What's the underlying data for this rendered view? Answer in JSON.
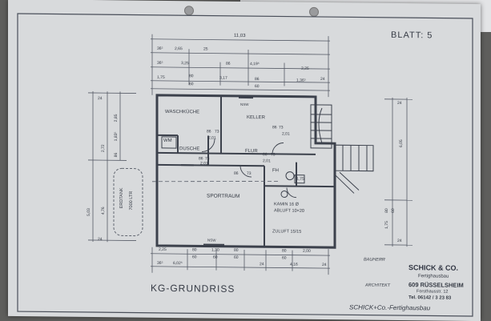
{
  "sheet": {
    "label": "BLATT: 5"
  },
  "title": "KG-GRUNDRISS",
  "rooms": {
    "waschkueche": "WASCHKÜCHE",
    "keller": "KELLER",
    "wm": "WM",
    "dusche": "DUSCHE",
    "flur": "FLUR",
    "fh": "FH",
    "sportraum": "SPORTRAUM",
    "kamin": "KAMIN 16 Ø",
    "abluft": "ABLUFT 10×20",
    "zuluft": "ZULUFT 15/15",
    "erdtank": "ERDTANK",
    "liter": "7000 LTR"
  },
  "window_marks": {
    "nsw1": "NSW",
    "nsw2": "NSW"
  },
  "dims_top": [
    "11,03",
    "36⁵",
    "2,65",
    "25",
    "86",
    "4,19⁵",
    "36⁵",
    "3,25",
    "2,25",
    "3,17",
    "1,75",
    "80",
    "60",
    "86",
    "60",
    "1,36⁵",
    "24"
  ],
  "dims_bottom": [
    "2,25",
    "80",
    "1,30",
    "80",
    "80",
    "2,00",
    "36⁵",
    "60",
    "60",
    "60",
    "60",
    "6,02⁵",
    "24",
    "4,16",
    "24"
  ],
  "dims_left": [
    "5,03",
    "24",
    "4,76",
    "24",
    "2,72",
    "86",
    "1,83⁵",
    "2,85"
  ],
  "dims_right": [
    "24",
    "6,05",
    "24",
    "1,75",
    "80",
    "60"
  ],
  "dims_inner": [
    "86",
    "73",
    "2,01",
    "86",
    "73",
    "2,01",
    "86",
    "73",
    "2,01",
    "86",
    "73",
    "2,01",
    "86",
    "73",
    "1,75"
  ],
  "stamp": {
    "company": "SCHICK & CO.",
    "line1": "Fertighausbau",
    "city": "609 RÜSSELSHEIM",
    "street": "Forsthausstr. 12",
    "tel": "Tel. 06142 / 3 23 83"
  },
  "labels": {
    "bauherr": "BAUHERR",
    "architekt": "ARCHITEKT"
  },
  "footer": "SCHICK+Co.-Fertighausbau"
}
